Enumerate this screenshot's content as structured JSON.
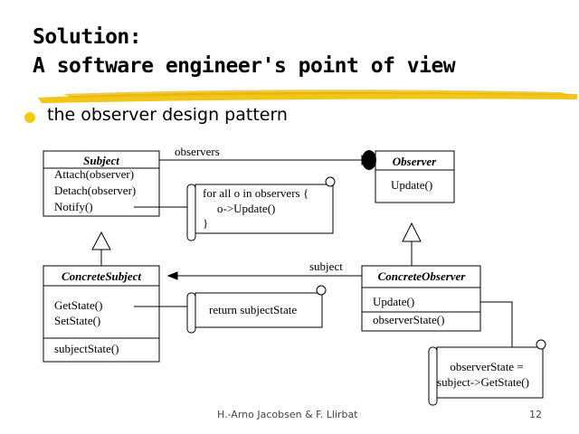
{
  "slide": {
    "title_line1": "Solution:",
    "title_line2": "A software engineer's point of view",
    "bullet": "the observer design pattern",
    "footer_authors": "H.-Arno Jacobsen & F. Llirbat",
    "page_number": "12",
    "colors": {
      "bullet": "#f2cc10",
      "underline_brush": "#f0c000"
    }
  },
  "diagram": {
    "subject": {
      "name": "Subject",
      "operations": [
        "Attach(observer)",
        "Detach(observer)",
        "Notify()"
      ]
    },
    "observer": {
      "name": "Observer",
      "operations": [
        "Update()"
      ]
    },
    "concrete_subject": {
      "name": "ConcreteSubject",
      "operations": [
        "GetState()",
        "SetState()"
      ],
      "attributes": [
        "subjectState()"
      ]
    },
    "concrete_observer": {
      "name": "ConcreteObserver",
      "operations": [
        "Update()"
      ],
      "attributes": [
        "observerState()"
      ]
    },
    "associations": {
      "observers": "observers",
      "subject": "subject"
    },
    "notes": {
      "notify": [
        "for all o in observers {",
        "o->Update()",
        "}"
      ],
      "getstate": [
        "return subjectState"
      ],
      "update": [
        "observerState =",
        "subject->GetState()"
      ]
    }
  }
}
